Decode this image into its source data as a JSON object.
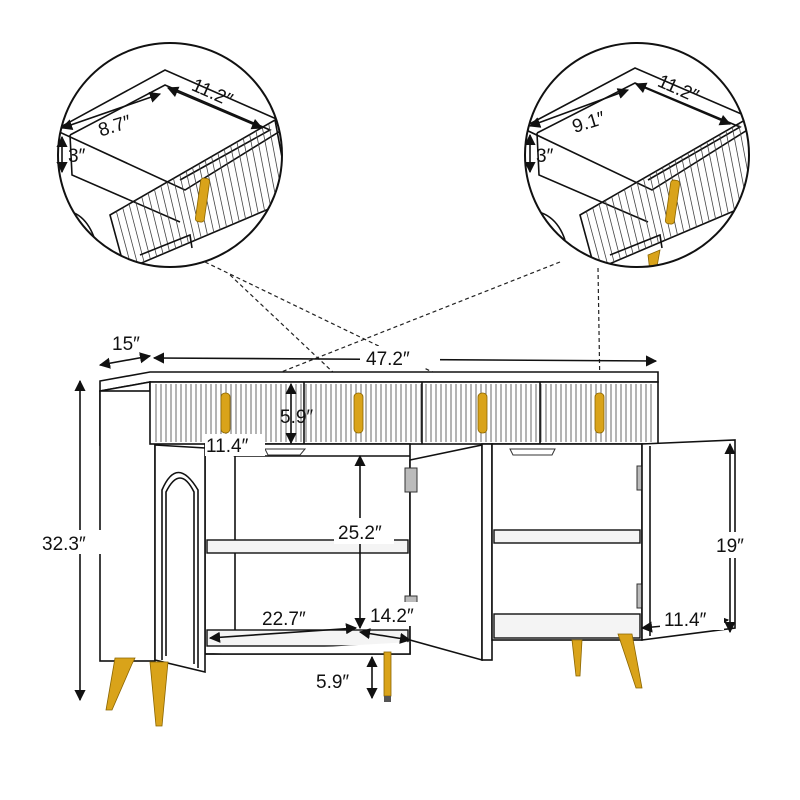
{
  "diagram": {
    "palette": {
      "outline": "#111111",
      "hardware": "#d9a31a",
      "background": "#ffffff"
    },
    "dimensions": {
      "depth": "15″",
      "width": "47.2″",
      "height": "32.3″",
      "drawer_height": "5.9″",
      "cabinet_depth": "11.4″",
      "cabinet_interior_height": "25.2″",
      "right_cabinet_height": "19″",
      "left_interior_width": "22.7″",
      "door_width": "14.2″",
      "right_cabinet_depth": "11.4″",
      "leg_height": "5.9″"
    },
    "detail_left": {
      "drawer_width": "8.7″",
      "drawer_depth": "11.2″",
      "drawer_height": "3″"
    },
    "detail_right": {
      "drawer_width": "9.1″",
      "drawer_depth": "11.2″",
      "drawer_height": "3″"
    }
  }
}
